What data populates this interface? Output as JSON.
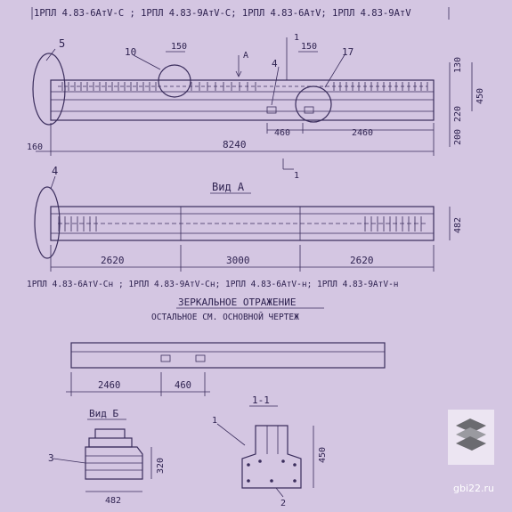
{
  "header": {
    "title_line": "1РПЛ 4.83-6АтV-С ; 1РПЛ 4.83-9АтV-С; 1РПЛ 4.83-6АтV; 1РПЛ 4.83-9АтV"
  },
  "top_view": {
    "callouts": [
      "5",
      "10",
      "4",
      "17",
      "1"
    ],
    "view_arrow": "А",
    "dims_top": [
      "150",
      "150"
    ],
    "dims_right": [
      "130",
      "450",
      "220",
      "200"
    ],
    "dims_bottom": [
      "460",
      "2460"
    ],
    "dim_left": "160",
    "overall_length": "8240",
    "section_mark": "1"
  },
  "view_a": {
    "title": "Вид А",
    "callout": "4",
    "width_dim": "482",
    "segments": [
      "2620",
      "3000",
      "2620"
    ]
  },
  "mirror_section": {
    "title_line": "1РПЛ 4.83-6АтV-Сн ; 1РПЛ 4.83-9АтV-Сн; 1РПЛ 4.83-6АтV-н; 1РПЛ 4.83-9АтV-н",
    "heading": "ЗЕРКАЛЬНОЕ ОТРАЖЕНИЕ",
    "subheading": "ОСТАЛЬНОЕ СМ. ОСНОВНОЙ ЧЕРТЕЖ",
    "dims": [
      "2460",
      "460"
    ]
  },
  "view_b": {
    "title": "Вид Б",
    "callout": "3",
    "height_dim": "320",
    "width_dim": "482"
  },
  "section_1_1": {
    "title": "1-1",
    "callout_1": "1",
    "callout_2": "2",
    "height_dim": "450"
  },
  "watermark": {
    "site": "gbi22.ru"
  }
}
